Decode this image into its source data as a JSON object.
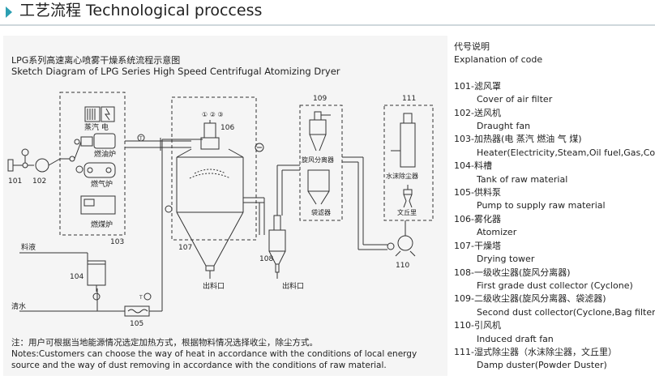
{
  "header": {
    "title": "工艺流程   Technological proccess"
  },
  "diagram": {
    "title_cn": "LPG系列高速离心喷雾干燥系统流程示意图",
    "title_en": "Sketch Diagram of LPG Series High Speed Centrifugal Atomizing Dryer",
    "labels": {
      "heat_steam_elec": "蒸汽 电",
      "oil_furnace": "燃油炉",
      "gas_furnace": "燃气炉",
      "coal_furnace": "燃煤炉",
      "cyclone_sep": "旋风分离器",
      "bag_filter": "袋滤器",
      "water_dust": "水沫除尘器",
      "venturi": "文丘里",
      "discharge": "出料口",
      "raw_liquid": "料液",
      "clean_water": "清水",
      "t_mark": "T",
      "atomizer_marks": "① ② ③"
    },
    "numbers": {
      "n101": "101",
      "n102": "102",
      "n103": "103",
      "n104": "104",
      "n105": "105",
      "n106": "106",
      "n107": "107",
      "n108": "108",
      "n109": "109",
      "n110": "110",
      "n111": "111"
    },
    "notes_cn": "注：用户可根据当地能源情况选定加热方式，根据物料情况选择收尘，除尘方式。",
    "notes_en1": "Notes:Customers can choose the way of heat in accordance with the conditions of local energy",
    "notes_en2": "source and the way of dust removing in accordance with the conditions of raw material."
  },
  "legend": {
    "head_cn": "代号说明",
    "head_en": "Explanation of code",
    "items": [
      {
        "code": "101-滤风罩",
        "en": "Cover of air filter"
      },
      {
        "code": "102-送风机",
        "en": "Draught fan"
      },
      {
        "code": "103-加热器(电 蒸汽 燃油 气 煤)",
        "en": "Heater(Electricity,Steam,Oil fuel,Gas,Coal)"
      },
      {
        "code": "104-料槽",
        "en": "Tank of raw material"
      },
      {
        "code": "105-供料泵",
        "en": "Pump to supply raw material"
      },
      {
        "code": "106-雾化器",
        "en": "Atomizer"
      },
      {
        "code": "107-干燥塔",
        "en": "Drying tower"
      },
      {
        "code": "108-一级收尘器(旋风分离器)",
        "en": "First grade dust collector (Cyclone)"
      },
      {
        "code": "109-二级收尘器(旋风分离器、袋滤器)",
        "en": "Second dust collector(Cyclone,Bag filter)"
      },
      {
        "code": "110-引风机",
        "en": "Induced draft fan"
      },
      {
        "code": "111-湿式除尘器（水沫除尘器，文丘里）",
        "en": "Damp duster(Powder Duster)"
      }
    ]
  }
}
